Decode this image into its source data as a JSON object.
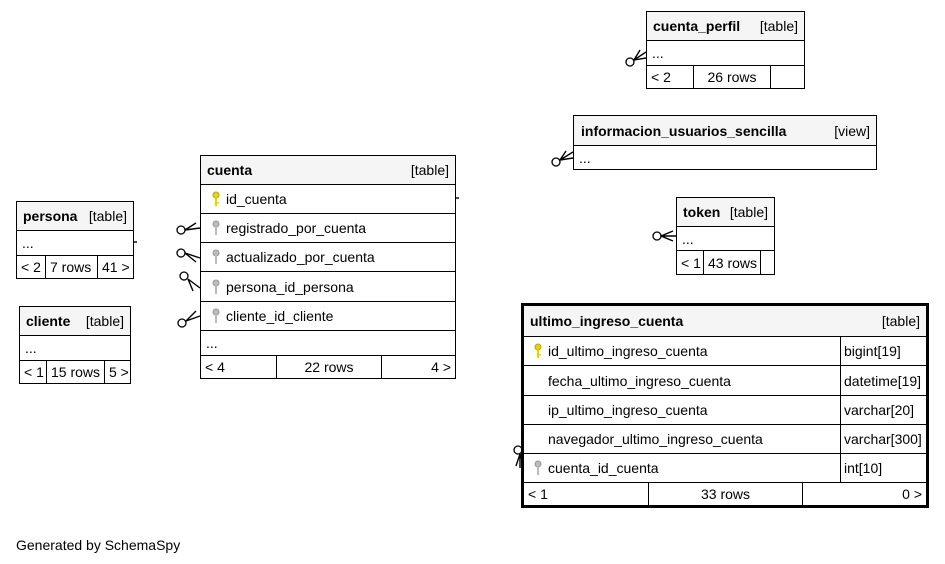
{
  "tables": {
    "cuenta_perfil": {
      "name": "cuenta_perfil",
      "kind": "[table]",
      "ellipsis": "...",
      "footer": [
        "< 2",
        "26 rows",
        ""
      ]
    },
    "informacion_usuarios_sencilla": {
      "name": "informacion_usuarios_sencilla",
      "kind": "[view]",
      "ellipsis": "..."
    },
    "token": {
      "name": "token",
      "kind": "[table]",
      "ellipsis": "...",
      "footer": [
        "< 1",
        "43 rows",
        ""
      ]
    },
    "persona": {
      "name": "persona",
      "kind": "[table]",
      "ellipsis": "...",
      "footer": [
        "< 2",
        "7 rows",
        "41 >"
      ]
    },
    "cliente": {
      "name": "cliente",
      "kind": "[table]",
      "ellipsis": "...",
      "footer": [
        "< 1",
        "15 rows",
        "5 >"
      ]
    },
    "cuenta": {
      "name": "cuenta",
      "kind": "[table]",
      "columns": [
        "id_cuenta",
        "registrado_por_cuenta",
        "actualizado_por_cuenta",
        "persona_id_persona",
        "cliente_id_cliente"
      ],
      "ellipsis": "...",
      "footer": [
        "< 4",
        "22 rows",
        "4 >"
      ]
    },
    "ultimo_ingreso_cuenta": {
      "name": "ultimo_ingreso_cuenta",
      "kind": "[table]",
      "columns": [
        {
          "name": "id_ultimo_ingreso_cuenta",
          "type": "bigint[19]"
        },
        {
          "name": "fecha_ultimo_ingreso_cuenta",
          "type": "datetime[19]"
        },
        {
          "name": "ip_ultimo_ingreso_cuenta",
          "type": "varchar[20]"
        },
        {
          "name": "navegador_ultimo_ingreso_cuenta",
          "type": "varchar[300]"
        },
        {
          "name": "cuenta_id_cuenta",
          "type": "int[10]"
        }
      ],
      "footer": [
        "< 1",
        "33 rows",
        "0 >"
      ]
    }
  },
  "credit": "Generated by SchemaSpy",
  "colors": {
    "primary_key": "#e8d500",
    "foreign_key": "#aaaaaa",
    "header_bg": "#f5f5f5"
  },
  "icons": {
    "primary_key": "key-icon",
    "foreign_key": "key-icon"
  }
}
